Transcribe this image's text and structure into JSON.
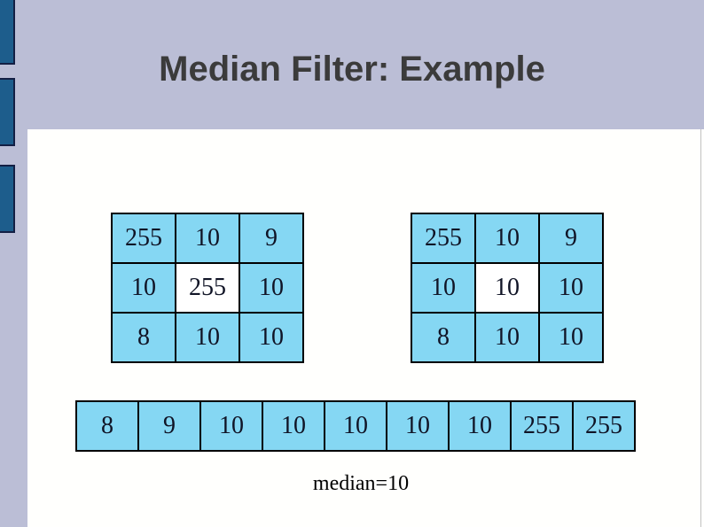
{
  "title": "Median Filter: Example",
  "colors": {
    "background_lavender": "#bbbed6",
    "content_white": "#fffffd",
    "cell_blue": "#85d7f3",
    "highlight_white": "#ffffff",
    "bar_blue": "#1d5d8c",
    "title_gray": "#3b3b3b"
  },
  "grids": {
    "left": {
      "cells": [
        "255",
        "10",
        "9",
        "10",
        "255",
        "10",
        "8",
        "10",
        "10"
      ],
      "highlight_index": 4
    },
    "right": {
      "cells": [
        "255",
        "10",
        "9",
        "10",
        "10",
        "10",
        "8",
        "10",
        "10"
      ],
      "highlight_index": 4
    }
  },
  "sorted_row": {
    "values": [
      "8",
      "9",
      "10",
      "10",
      "10",
      "10",
      "10",
      "255",
      "255"
    ]
  },
  "median_label": "median=10"
}
